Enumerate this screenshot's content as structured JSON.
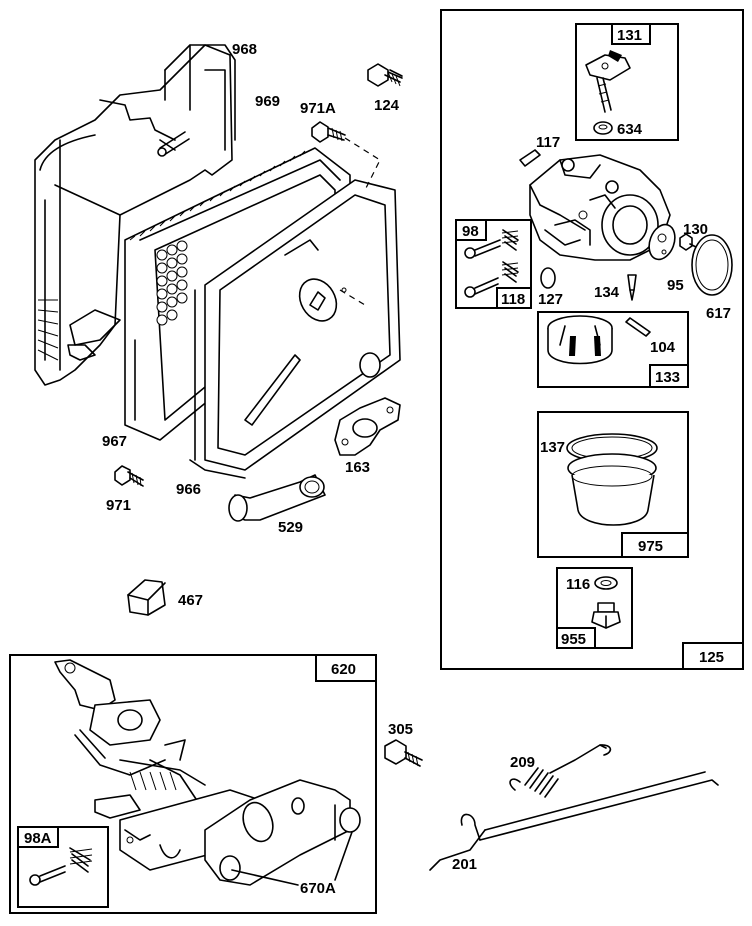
{
  "parts": {
    "p968": "968",
    "p969": "969",
    "p971A": "971A",
    "p124": "124",
    "p967": "967",
    "p971": "971",
    "p966": "966",
    "p163": "163",
    "p529": "529",
    "p467": "467",
    "p131": "131",
    "p634": "634",
    "p117": "117",
    "p98": "98",
    "p118": "118",
    "p127": "127",
    "p134": "134",
    "p130": "130",
    "p95": "95",
    "p617": "617",
    "p104": "104",
    "p133": "133",
    "p137": "137",
    "p975": "975",
    "p116": "116",
    "p955": "955",
    "p125": "125",
    "p620": "620",
    "p98A": "98A",
    "p670A": "670A",
    "p305": "305",
    "p209": "209",
    "p201": "201"
  }
}
